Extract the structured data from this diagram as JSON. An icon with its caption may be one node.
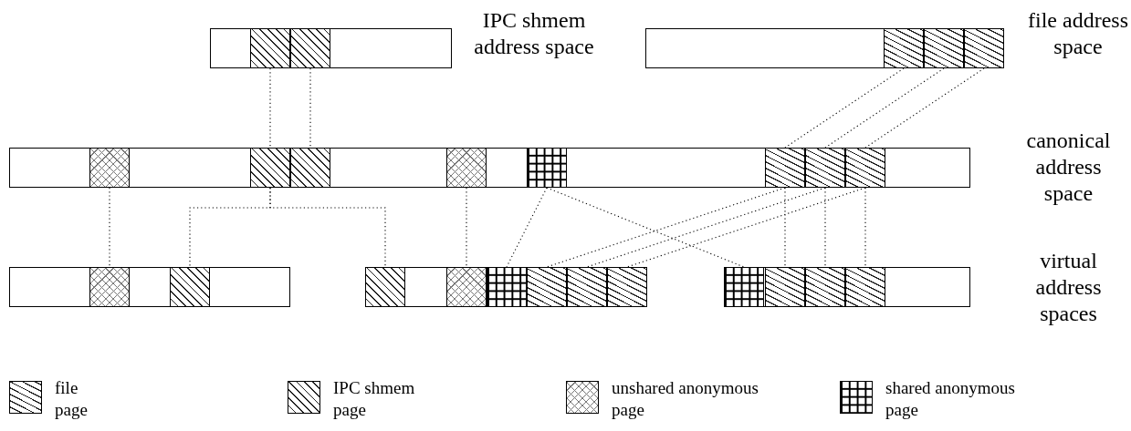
{
  "diagram": {
    "nodes": [
      {
        "text": [],
        "shape": "bar",
        "beside": [
          "IPC shmem address space"
        ]
      },
      {
        "text": [],
        "shape": "box",
        "in": 0
      },
      {
        "text": [],
        "shape": "box",
        "in": 0
      },
      {
        "text": [],
        "shape": "bar",
        "beside": [
          "file address space"
        ]
      },
      {
        "text": [],
        "shape": "box",
        "in": 3
      },
      {
        "text": [],
        "shape": "box",
        "in": 3
      },
      {
        "text": [],
        "shape": "box",
        "in": 3
      },
      {
        "text": [],
        "shape": "bar",
        "beside": [
          "canonical address space"
        ]
      },
      {
        "text": [],
        "shape": "box",
        "in": 7
      },
      {
        "text": [],
        "shape": "box",
        "in": 7
      },
      {
        "text": [],
        "shape": "box",
        "in": 7
      },
      {
        "text": [],
        "shape": "box",
        "in": 7
      },
      {
        "text": [],
        "shape": "box",
        "in": 7
      },
      {
        "text": [],
        "shape": "box",
        "in": 7
      },
      {
        "text": [],
        "shape": "box",
        "in": 7
      },
      {
        "text": [],
        "shape": "box",
        "in": 7
      },
      {
        "text": [],
        "shape": "bar"
      },
      {
        "text": [],
        "shape": "box",
        "in": 16
      },
      {
        "text": [],
        "shape": "box",
        "in": 16
      },
      {
        "text": [],
        "shape": "bar"
      },
      {
        "text": [],
        "shape": "box",
        "in": 19
      },
      {
        "text": [],
        "shape": "box",
        "in": 19
      },
      {
        "text": [],
        "shape": "box",
        "in": 19
      },
      {
        "text": [],
        "shape": "box",
        "in": 19
      },
      {
        "text": [],
        "shape": "box",
        "in": 19
      },
      {
        "text": [],
        "shape": "box",
        "in": 19
      },
      {
        "text": [],
        "shape": "bar"
      },
      {
        "text": [],
        "shape": "box",
        "in": 26
      },
      {
        "text": [],
        "shape": "box",
        "in": 26
      },
      {
        "text": [],
        "shape": "box",
        "in": 26
      },
      {
        "text": [],
        "shape": "box",
        "in": 26
      }
    ],
    "edges": [
      {
        "from": 1,
        "to": 9,
        "arrow": "none"
      },
      {
        "from": 2,
        "to": 10,
        "arrow": "none"
      },
      {
        "from": 4,
        "to": 13,
        "arrow": "none"
      },
      {
        "from": 5,
        "to": 14,
        "arrow": "none"
      },
      {
        "from": 6,
        "to": 15,
        "arrow": "none"
      },
      {
        "from": 8,
        "to": 17,
        "arrow": "none"
      },
      {
        "from": 9,
        "to": 18,
        "arrow": "none"
      },
      {
        "from": 9,
        "to": 20,
        "arrow": "none"
      },
      {
        "from": 11,
        "to": 21,
        "arrow": "none"
      },
      {
        "from": 12,
        "to": 22,
        "arrow": "none"
      },
      {
        "from": 12,
        "to": 27,
        "arrow": "none"
      },
      {
        "from": 13,
        "to": 23,
        "arrow": "none"
      },
      {
        "from": 14,
        "to": 24,
        "arrow": "none"
      },
      {
        "from": 15,
        "to": 25,
        "arrow": "none"
      },
      {
        "from": 13,
        "to": 28,
        "arrow": "none"
      },
      {
        "from": 14,
        "to": 29,
        "arrow": "none"
      },
      {
        "from": 15,
        "to": 30,
        "arrow": "none"
      }
    ],
    "labels": [
      "virtual address spaces"
    ],
    "legend": [
      {
        "text": "file page"
      },
      {
        "text": "IPC shmem page"
      },
      {
        "text": "unshared anonymous page"
      },
      {
        "text": "shared anonymous page"
      }
    ]
  }
}
